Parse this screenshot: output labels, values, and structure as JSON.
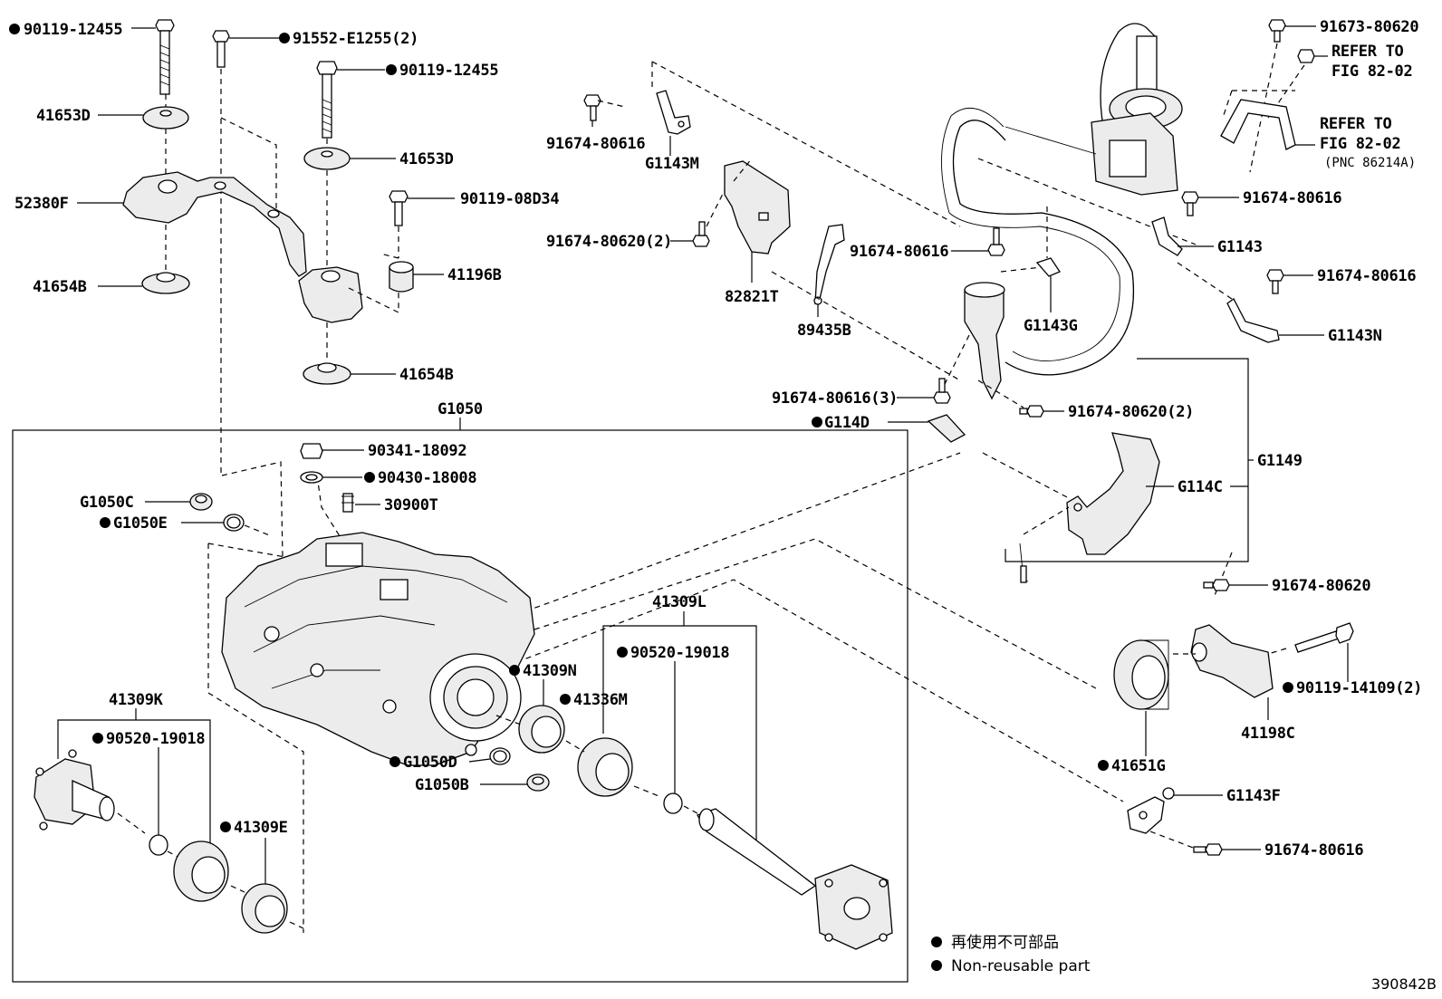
{
  "drawing_number": "390842B",
  "group_label": "G1050",
  "legend": {
    "line_jp": "再使用不可部品",
    "line_en": "Non-reusable part"
  },
  "labels": {
    "p90119_12455_a": "90119-12455",
    "p91552_E1255": "91552-E1255(2)",
    "p90119_12455_b": "90119-12455",
    "p41653D_a": "41653D",
    "p41653D_b": "41653D",
    "p52380F": "52380F",
    "p90119_08D34": "90119-08D34",
    "p41196B": "41196B",
    "p41654B_a": "41654B",
    "p41654B_b": "41654B",
    "p91674_80616_a": "91674-80616",
    "pG1143M": "G1143M",
    "p91674_80620_2a": "91674-80620(2)",
    "p82821T": "82821T",
    "p89435B": "89435B",
    "p91674_80616_b": "91674-80616",
    "p91673_80620": "91673-80620",
    "refer1_a": "REFER TO",
    "refer1_b": "FIG 82-02",
    "refer2_a": "REFER TO",
    "refer2_b": "FIG 82-02",
    "refer2_c": "(PNC 86214A)",
    "p91674_80616_c": "91674-80616",
    "pG1143": "G1143",
    "p91674_80616_d": "91674-80616",
    "pG1143G": "G1143G",
    "pG1143N": "G1143N",
    "p91674_80616_3": "91674-80616(3)",
    "pG114D": "G114D",
    "p91674_80620_2b": "91674-80620(2)",
    "pG1149": "G1149",
    "pG114C": "G114C",
    "p91674_80620": "91674-80620",
    "p90341_18092": "90341-18092",
    "p90430_18008": "90430-18008",
    "p30900T": "30900T",
    "pG1050C": "G1050C",
    "pG1050E": "G1050E",
    "p41309L": "41309L",
    "p90520_19018_a": "90520-19018",
    "p41309N": "41309N",
    "p41336M": "41336M",
    "pG1050D": "G1050D",
    "pG1050B": "G1050B",
    "p41309K": "41309K",
    "p90520_19018_b": "90520-19018",
    "p41309E": "41309E",
    "p90119_14109": "90119-14109(2)",
    "p41198C": "41198C",
    "p41651G": "41651G",
    "pG1143F": "G1143F",
    "p91674_80616_e": "91674-80616"
  }
}
